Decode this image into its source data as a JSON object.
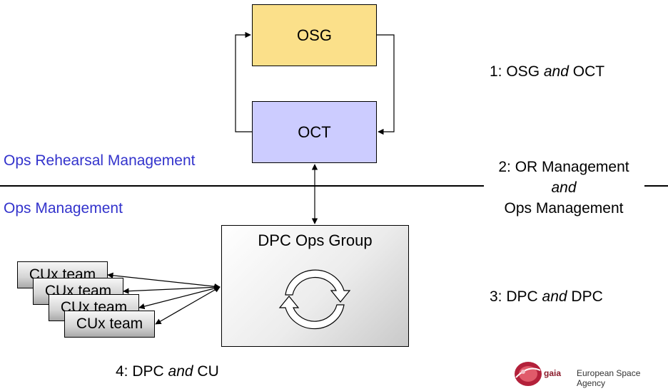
{
  "boxes": {
    "osg": "OSG",
    "oct": "OCT",
    "dpc_group": "DPC Ops Group"
  },
  "cu_teams": [
    "CUx team",
    "CUx team",
    "CUx team",
    "CUx team"
  ],
  "labels": {
    "ops_rehearsal": "Ops Rehearsal Management",
    "ops_management": "Ops Management"
  },
  "notes": {
    "n1": {
      "pre": "1: OSG ",
      "em": "and",
      "post": " OCT"
    },
    "n2": {
      "line1": "2: OR Management",
      "line2": "and",
      "line3": "Ops Management"
    },
    "n3": {
      "pre": "3: DPC ",
      "em": "and",
      "post": " DPC"
    },
    "n4": {
      "pre": "4: DPC ",
      "em": "and",
      "post": " CU"
    }
  },
  "footer": {
    "logo_word": "gaia",
    "agency": "European Space Agency"
  },
  "colors": {
    "osg_fill": "#FBE08A",
    "oct_fill": "#CCCCFF",
    "label_blue": "#3333CC"
  }
}
